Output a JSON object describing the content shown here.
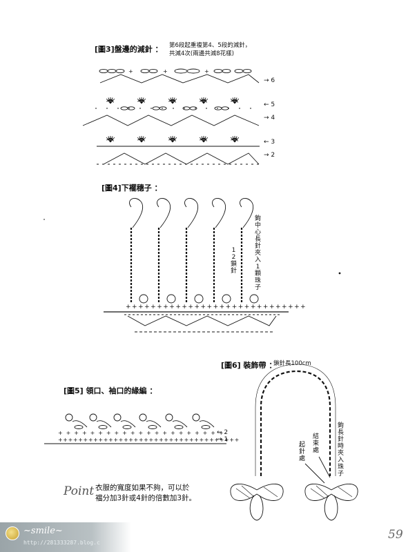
{
  "fig3": {
    "title": "[圖3]盤邊的減針 ：",
    "note_line1": "第6段起重複第4、5段的減針，",
    "note_line2": "共減4次(兩邊共減8花樣)",
    "rows": [
      {
        "label": "6",
        "arrow": "→"
      },
      {
        "label": "5",
        "arrow": "←"
      },
      {
        "label": "4",
        "arrow": "→"
      },
      {
        "label": "3",
        "arrow": "←"
      },
      {
        "label": "2",
        "arrow": "→"
      }
    ]
  },
  "fig4": {
    "title": "[圖4]下襬穗子 ：",
    "vertical_note": "鉤中心長針夾入1顆珠子",
    "count_note": "12鎖針"
  },
  "fig5": {
    "title": "[圖5] 領口、袖口的緣編 ：",
    "rows": [
      {
        "label": "2",
        "arrow": "←"
      },
      {
        "label": "1",
        "arrow": "→"
      }
    ]
  },
  "fig6": {
    "title": "[圖6] 裝飾帶 ：",
    "length_note": "鎖針長100cm",
    "end_note": "結束處",
    "start_note": "起針處",
    "bead_note": "鉤長針時夾入珠子"
  },
  "point": {
    "word": "Point",
    "line1": "衣服的寬度如果不夠，可以於",
    "line2": "襠分加3針或4針的倍數加3針。"
  },
  "page_number": "59",
  "watermark": {
    "name": "~smile~",
    "url": "http://281333287.blog.c"
  }
}
